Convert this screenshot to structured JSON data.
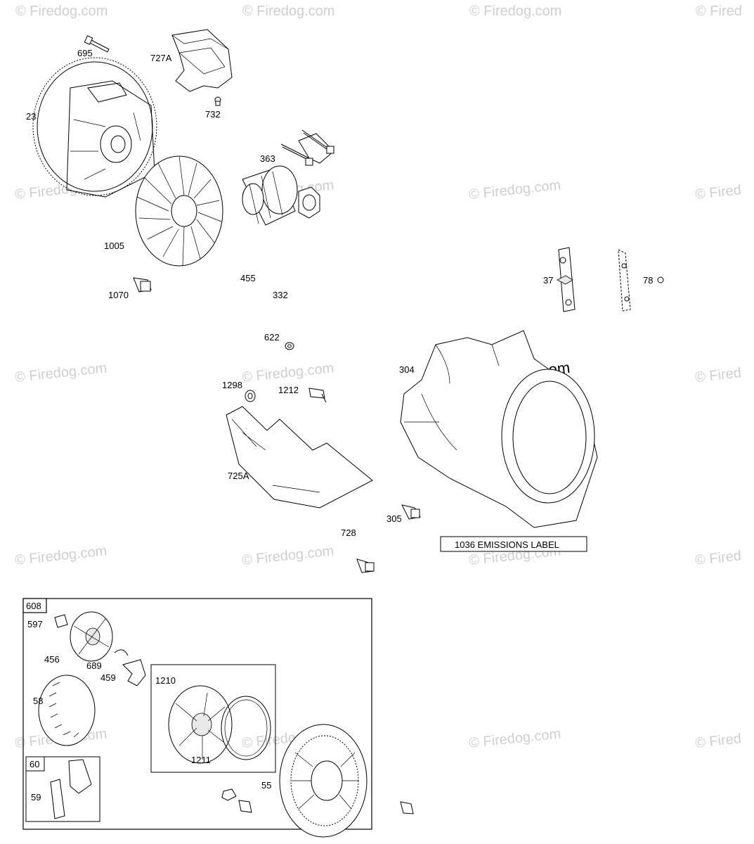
{
  "watermark": {
    "text": "© Firedog.com",
    "cut_text": "© Fired",
    "main_text": "© Firedog.com"
  },
  "parts": {
    "p695": "695",
    "p727a": "727A",
    "p23": "23",
    "p732": "732",
    "p363": "363",
    "p1005": "1005",
    "p455": "455",
    "p332": "332",
    "p1070": "1070",
    "p37": "37",
    "p78": "78",
    "p622": "622",
    "p304": "304",
    "p1298": "1298",
    "p1212": "1212",
    "p725a": "725A",
    "p305": "305",
    "p728": "728"
  },
  "emissions_label": "1036 EMISSIONS LABEL",
  "kit": {
    "p608": "608",
    "p597": "597",
    "p456": "456",
    "p689": "689",
    "p459": "459",
    "p1210": "1210",
    "p58": "58",
    "p1211": "1211",
    "p60": "60",
    "p59": "59",
    "p55": "55"
  }
}
